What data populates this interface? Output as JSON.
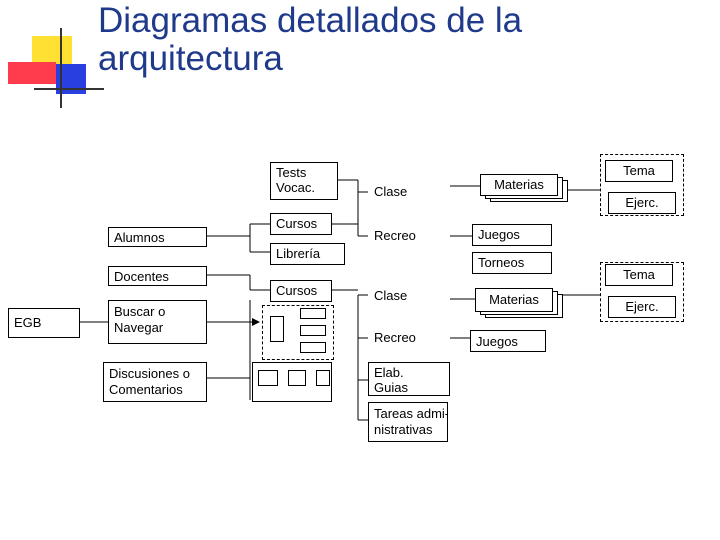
{
  "slide": {
    "title_line1": "Diagramas detallados de la",
    "title_line2": "arquitectura"
  },
  "diagram": {
    "egb": "EGB",
    "alumnos": "Alumnos",
    "docentes": "Docentes",
    "buscar_line1": "Buscar o",
    "buscar_line2": "Navegar",
    "discusiones_line1": "Discusiones o",
    "discusiones_line2": "Comentarios",
    "tests_line1": "Tests",
    "tests_line2": "Vocac.",
    "cursos_top": "Cursos",
    "libreria": "Librería",
    "cursos_bottom": "Cursos",
    "clase_top": "Clase",
    "recreo_top": "Recreo",
    "clase_bottom": "Clase",
    "recreo_bottom": "Recreo",
    "elab_line1": "Elab.",
    "elab_line2": "Guias",
    "tareas_line1": "Tareas admi-",
    "tareas_line2": "nistrativas",
    "materias_top": "Materias",
    "juegos_top": "Juegos",
    "torneos": "Torneos",
    "materias_bottom": "Materias",
    "juegos_bottom": "Juegos",
    "tema_top": "Tema",
    "ejerc_top": "Ejerc.",
    "tema_bottom": "Tema",
    "ejerc_bottom": "Ejerc."
  },
  "colors": {
    "title": "#1f3a8a",
    "deco_yellow": "#ffe033",
    "deco_blue": "#2a3fe0",
    "deco_red": "#ff3b4e"
  }
}
